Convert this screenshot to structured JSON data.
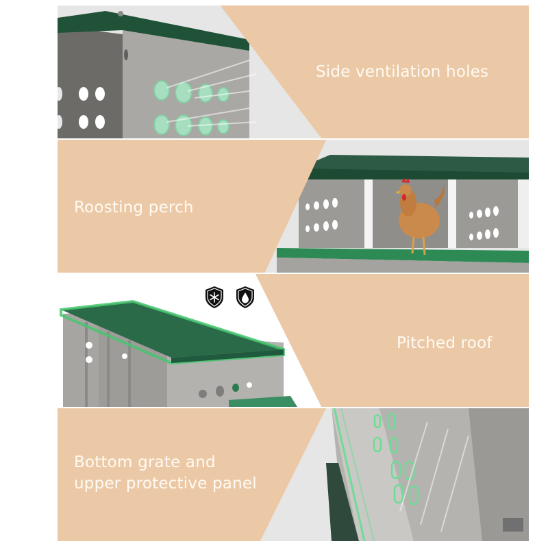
{
  "colors": {
    "peach": "#ecc9a6",
    "label_text": "#fffaf3",
    "roof_green": "#1f5a3e",
    "bright_green": "#2f8a55",
    "metal_gray": "#a7a6a3",
    "background": "#e6e6e6"
  },
  "panels": [
    {
      "id": "ventilation",
      "label": "Side ventilation holes",
      "text_side": "right",
      "image": "nest-box-side-with-glowing-ventilation-holes"
    },
    {
      "id": "perch",
      "label": "Roosting perch",
      "text_side": "left",
      "image": "three-compartment-nest-box-with-hen-on-perch"
    },
    {
      "id": "roof",
      "label": "Pitched roof",
      "text_side": "right",
      "image": "nest-box-with-green-pitched-roof",
      "badges": [
        {
          "icon": "snowflake-shield-icon"
        },
        {
          "icon": "water-drop-shield-icon"
        }
      ]
    },
    {
      "id": "grate",
      "label_lines": [
        "Bottom grate and",
        "upper protective panel"
      ],
      "text_side": "left",
      "image": "bottom-grate-and-protective-panel-closeup"
    }
  ]
}
